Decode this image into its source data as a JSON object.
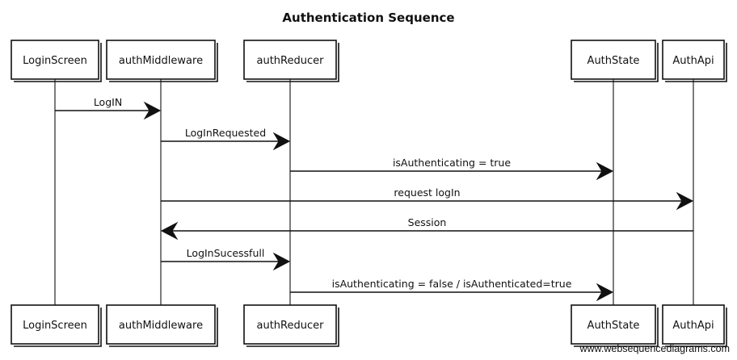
{
  "title": "Authentication Sequence",
  "participants": [
    {
      "id": "LoginScreen",
      "label": "LoginScreen"
    },
    {
      "id": "authMiddleware",
      "label": "authMiddleware"
    },
    {
      "id": "authReducer",
      "label": "authReducer"
    },
    {
      "id": "AuthState",
      "label": "AuthState"
    },
    {
      "id": "AuthApi",
      "label": "AuthApi"
    }
  ],
  "messages": [
    {
      "from": "LoginScreen",
      "to": "authMiddleware",
      "label": "LogIN"
    },
    {
      "from": "authMiddleware",
      "to": "authReducer",
      "label": "LogInRequested"
    },
    {
      "from": "authReducer",
      "to": "AuthState",
      "label": "isAuthenticating = true"
    },
    {
      "from": "authMiddleware",
      "to": "AuthApi",
      "label": "request logIn"
    },
    {
      "from": "AuthApi",
      "to": "authMiddleware",
      "label": "Session"
    },
    {
      "from": "authMiddleware",
      "to": "authReducer",
      "label": "LogInSucessfull"
    },
    {
      "from": "authReducer",
      "to": "AuthState",
      "label": "isAuthenticating = false / isAuthenticated=true"
    }
  ],
  "watermark": "www.websequencediagrams.com"
}
